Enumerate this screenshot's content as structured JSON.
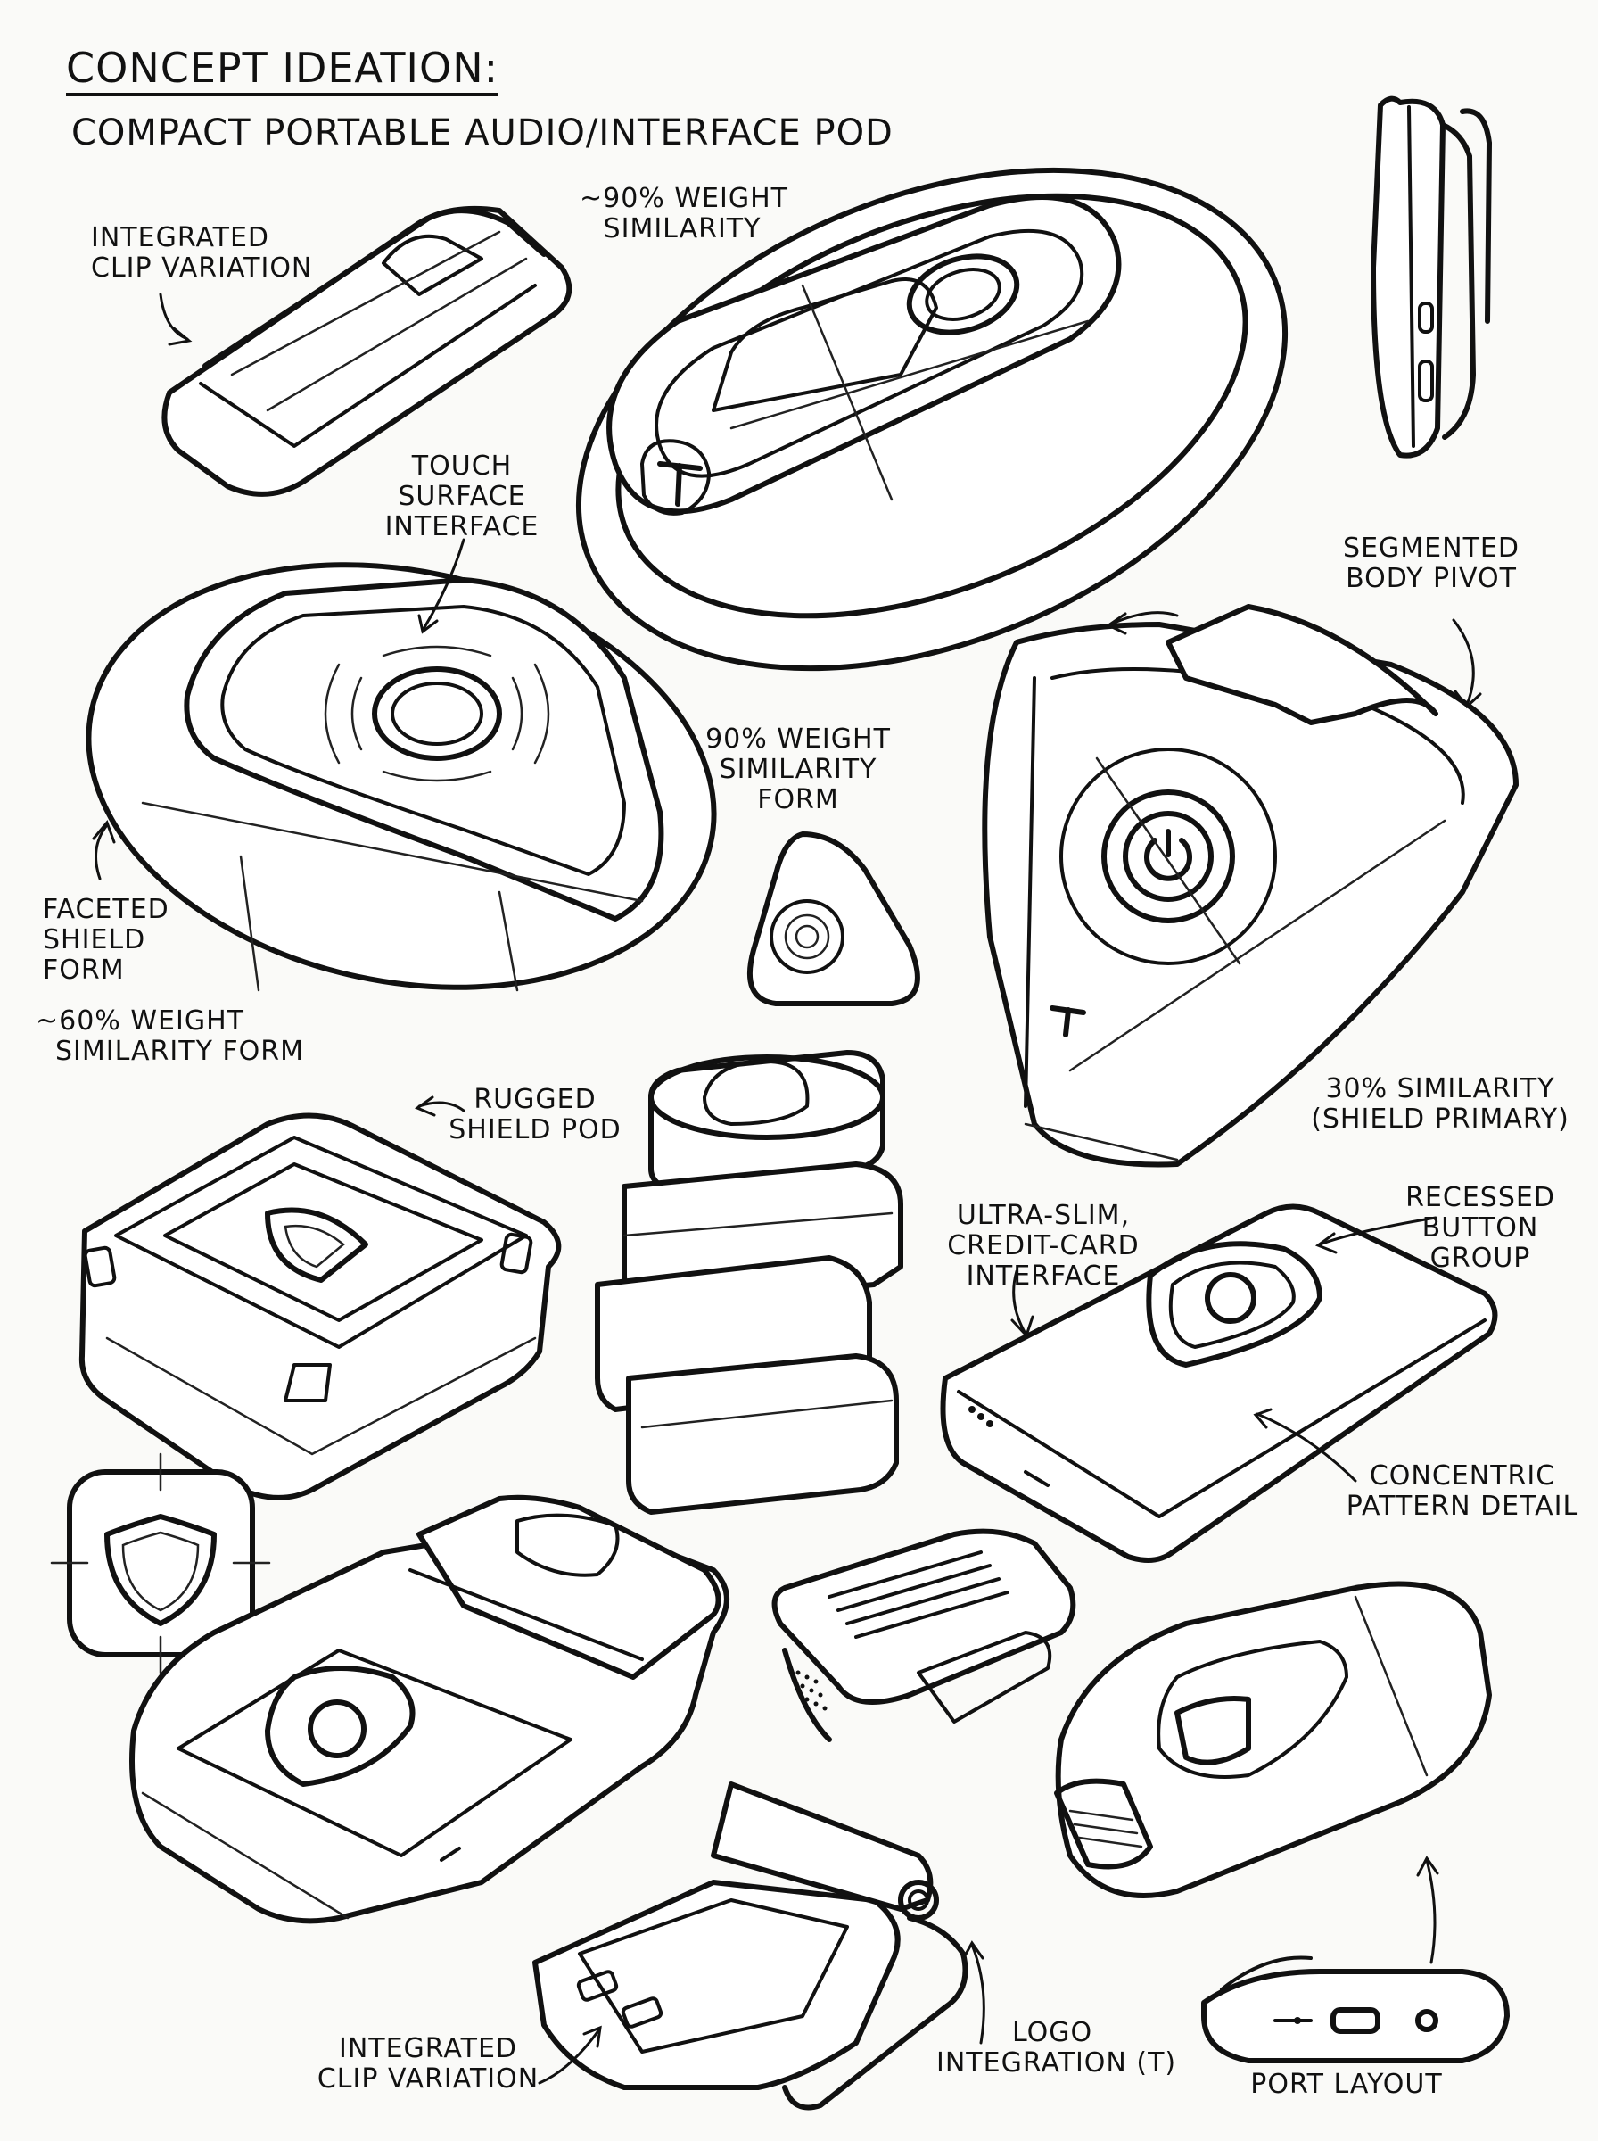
{
  "header": {
    "title": "CONCEPT IDEATION:",
    "subtitle": "COMPACT PORTABLE AUDIO/INTERFACE POD"
  },
  "labels": {
    "clip_top": [
      "INTEGRATED",
      "CLIP VARIATION"
    ],
    "weight_90_top": [
      "~90% WEIGHT",
      "SIMILARITY"
    ],
    "touch_surface": [
      "TOUCH",
      "SURFACE",
      "INTERFACE"
    ],
    "segmented_pivot": [
      "SEGMENTED",
      "BODY PIVOT"
    ],
    "weight_90_form": [
      "90% WEIGHT",
      "SIMILARITY",
      "FORM"
    ],
    "faceted_shield": [
      "FACETED",
      "SHIELD",
      "FORM"
    ],
    "weight_60": [
      "~60% WEIGHT",
      "SIMILARITY FORM"
    ],
    "rugged_pod": [
      "RUGGED",
      "SHIELD POD"
    ],
    "similarity_30": [
      "30% SIMILARITY",
      "(SHIELD PRIMARY)"
    ],
    "recessed_button": [
      "RECESSED",
      "BUTTON",
      "GROUP"
    ],
    "ultra_slim": [
      "ULTRA-SLIM,",
      "CREDIT-CARD",
      "INTERFACE"
    ],
    "concentric": [
      "CONCENTRIC",
      "PATTERN DETAIL"
    ],
    "clip_bottom": [
      "INTEGRATED",
      "CLIP VARIATION"
    ],
    "logo_integration": [
      "LOGO",
      "INTEGRATION (T)"
    ],
    "port_layout": "PORT LAYOUT"
  },
  "icons": [
    "logo-t-icon",
    "power-icon",
    "shield-icon"
  ],
  "colors": {
    "ink": "#111111",
    "paper": "#fafaf8"
  }
}
